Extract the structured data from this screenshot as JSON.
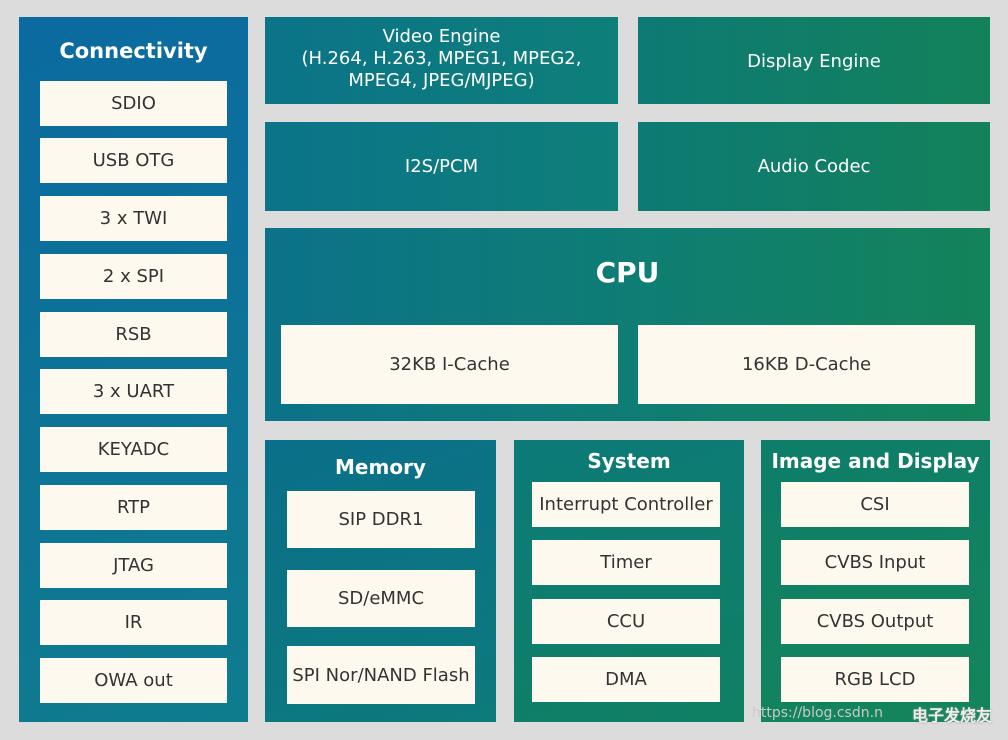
{
  "connectivity": {
    "title": "Connectivity",
    "items": [
      "SDIO",
      "USB OTG",
      "3 x TWI",
      "2 x SPI",
      "RSB",
      "3 x UART",
      "KEYADC",
      "RTP",
      "JTAG",
      "IR",
      "OWA out"
    ]
  },
  "video_engine": {
    "line1": "Video Engine",
    "line2": "(H.264, H.263, MPEG1, MPEG2,",
    "line3": "MPEG4, JPEG/MJPEG)"
  },
  "display_engine": {
    "label": "Display Engine"
  },
  "i2s_pcm": {
    "label": "I2S/PCM"
  },
  "audio_codec": {
    "label": "Audio Codec"
  },
  "cpu": {
    "title": "CPU",
    "icache": "32KB I-Cache",
    "dcache": "16KB D-Cache"
  },
  "memory": {
    "title": "Memory",
    "items": [
      "SIP DDR1",
      "SD/eMMC",
      "SPI Nor/NAND Flash"
    ]
  },
  "system": {
    "title": "System",
    "items": [
      "Interrupt Controller",
      "Timer",
      "CCU",
      "DMA"
    ]
  },
  "image_display": {
    "title": "Image and Display",
    "items": [
      "CSI",
      "CVBS Input",
      "CVBS Output",
      "RGB LCD"
    ]
  },
  "watermark": {
    "url": "https://blog.csdn.n",
    "logo": "电子发烧友"
  }
}
